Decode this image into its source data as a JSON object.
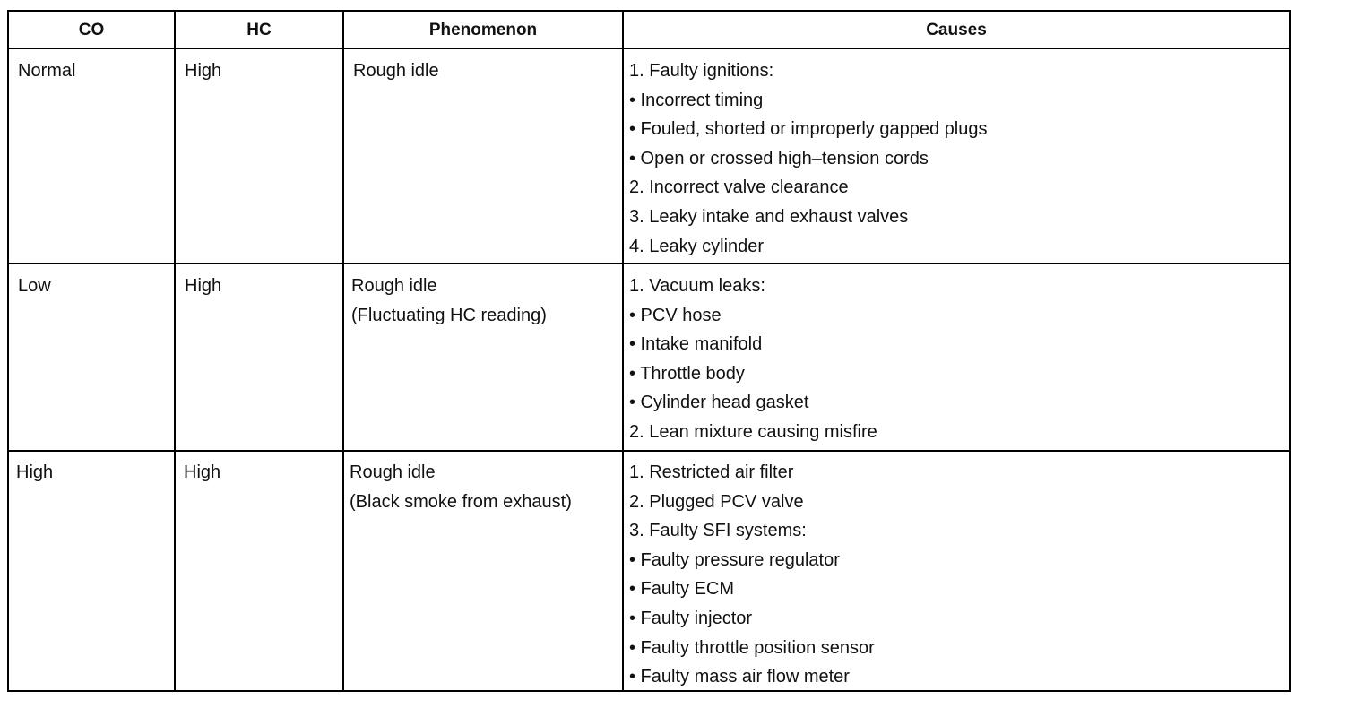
{
  "headers": {
    "co": "CO",
    "hc": "HC",
    "phenomenon": "Phenomenon",
    "causes": "Causes"
  },
  "rows": [
    {
      "co": "Normal",
      "hc": "High",
      "phenomenon": [
        "Rough idle"
      ],
      "causes": [
        "1. Faulty ignitions:",
        "• Incorrect timing",
        "• Fouled, shorted or improperly gapped plugs",
        "• Open or crossed high–tension cords",
        "2. Incorrect valve clearance",
        "3. Leaky intake and exhaust valves",
        "4. Leaky cylinder"
      ]
    },
    {
      "co": "Low",
      "hc": "High",
      "phenomenon": [
        "Rough idle",
        "(Fluctuating HC reading)"
      ],
      "causes": [
        "1. Vacuum leaks:",
        "• PCV hose",
        "• Intake manifold",
        "• Throttle body",
        "• Cylinder head gasket",
        "2. Lean mixture causing misfire"
      ]
    },
    {
      "co": "High",
      "hc": "High",
      "phenomenon": [
        "Rough idle",
        "(Black smoke from exhaust)"
      ],
      "causes": [
        "1. Restricted air filter",
        "2. Plugged PCV valve",
        "3. Faulty SFI systems:",
        "• Faulty pressure regulator",
        "• Faulty ECM",
        "• Faulty injector",
        "• Faulty throttle position sensor",
        "• Faulty mass air flow meter"
      ]
    }
  ]
}
